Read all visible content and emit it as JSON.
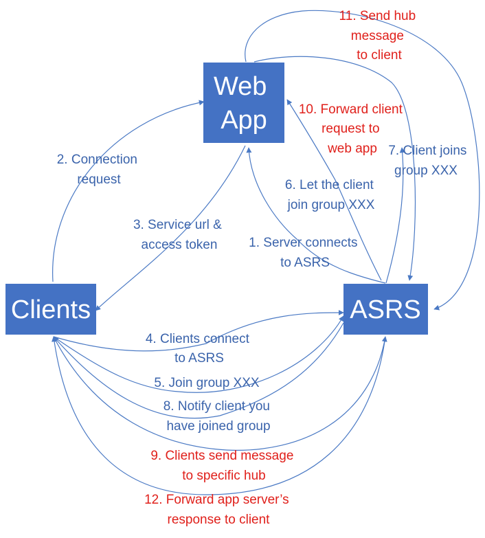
{
  "nodes": {
    "webapp": {
      "lines": [
        "Web",
        "App"
      ]
    },
    "clients": {
      "lines": [
        "Clients"
      ]
    },
    "asrs": {
      "lines": [
        "ASRS"
      ]
    }
  },
  "labels": {
    "step1": {
      "lines": [
        "1. Server connects",
        "to ASRS"
      ],
      "color": "blue"
    },
    "step2": {
      "lines": [
        "2. Connection",
        "request"
      ],
      "color": "blue"
    },
    "step3": {
      "lines": [
        "3. Service url &",
        "access token"
      ],
      "color": "blue"
    },
    "step4": {
      "lines": [
        "4. Clients connect",
        "to ASRS"
      ],
      "color": "blue"
    },
    "step5": {
      "lines": [
        "5. Join group XXX"
      ],
      "color": "blue"
    },
    "step6": {
      "lines": [
        "6. Let the client",
        "join group XXX"
      ],
      "color": "blue"
    },
    "step7": {
      "lines": [
        "7. Client joins",
        "group XXX"
      ],
      "color": "blue"
    },
    "step8": {
      "lines": [
        "8. Notify client you",
        "have joined group"
      ],
      "color": "blue"
    },
    "step9": {
      "lines": [
        "9. Clients send message",
        "to specific hub"
      ],
      "color": "red"
    },
    "step10": {
      "lines": [
        "10. Forward client",
        "request to",
        "web app"
      ],
      "color": "red"
    },
    "step11": {
      "lines": [
        "11. Send hub",
        "message",
        "to client"
      ],
      "color": "red"
    },
    "step12": {
      "lines": [
        "12. Forward app server’s",
        "response to client"
      ],
      "color": "red"
    }
  },
  "colors": {
    "node_fill": "#4472C4",
    "arrow": "#4a79c4",
    "blue_text": "#3a63ab",
    "red_text": "#e0201b"
  }
}
